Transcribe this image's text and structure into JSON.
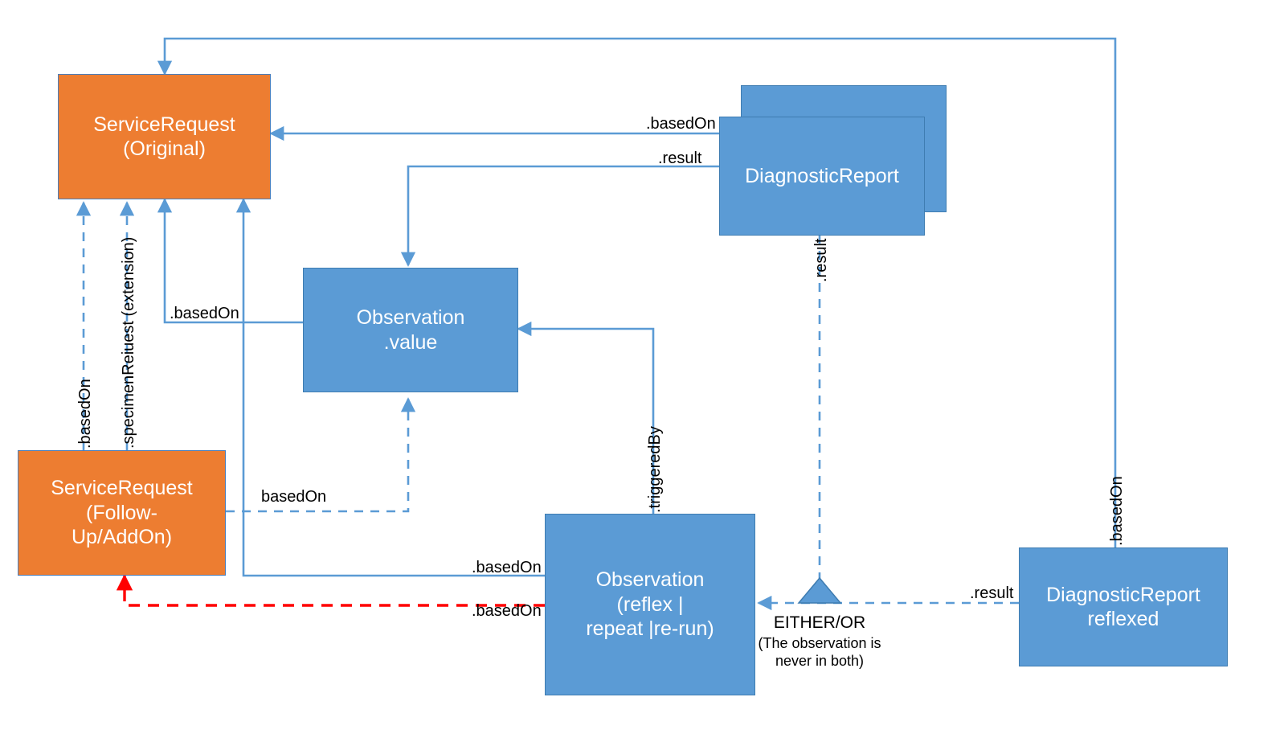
{
  "diagram": {
    "title": "FHIR ServiceRequest / Observation / DiagnosticReport relationships",
    "colors": {
      "orange_fill": "#ED7D31",
      "blue_fill": "#5B9BD5",
      "blue_stroke": "#5B9BD5",
      "red_stroke": "#FF0000",
      "box_border": "#4A7EBB",
      "text_on_box": "#FFFFFF",
      "label_text": "#000000",
      "background": "#FFFFFF"
    },
    "nodes": [
      {
        "id": "service-request-original",
        "label": "ServiceRequest\n(Original)",
        "kind": "orange"
      },
      {
        "id": "service-request-followup",
        "label": "ServiceRequest\n(Follow-\nUp/AddOn)",
        "kind": "orange"
      },
      {
        "id": "diagnostic-report-back",
        "label": "",
        "kind": "blue"
      },
      {
        "id": "diagnostic-report",
        "label": "DiagnosticReport",
        "kind": "blue"
      },
      {
        "id": "observation-value",
        "label": "Observation\n.value",
        "kind": "blue"
      },
      {
        "id": "observation-reflex",
        "label": "Observation\n(reflex |\nrepeat |re-run)",
        "kind": "blue"
      },
      {
        "id": "diagnostic-report-reflexed",
        "label": "DiagnosticReport\nreflexed",
        "kind": "blue"
      }
    ],
    "edge_labels": [
      {
        "id": "label-dr-basedon-top",
        "text": ".basedOn",
        "orientation": "horizontal"
      },
      {
        "id": "label-dr-result-top",
        "text": ".result",
        "orientation": "horizontal"
      },
      {
        "id": "label-observation-basedon",
        "text": ".basedOn",
        "orientation": "horizontal"
      },
      {
        "id": "label-followup-basedon",
        "text": "basedOn",
        "orientation": "horizontal"
      },
      {
        "id": "label-reflex-basedon-solid",
        "text": ".basedOn",
        "orientation": "horizontal"
      },
      {
        "id": "label-reflex-basedon-red",
        "text": ".basedOn",
        "orientation": "horizontal"
      },
      {
        "id": "label-reflexed-result",
        "text": ".result",
        "orientation": "horizontal"
      },
      {
        "id": "label-vertical-basedon-left",
        "text": ".basedOn",
        "orientation": "vertical"
      },
      {
        "id": "label-vertical-specimenrequest",
        "text": ".specimenReiuest (extension)",
        "orientation": "vertical"
      },
      {
        "id": "label-vertical-result-dr",
        "text": ".result",
        "orientation": "vertical"
      },
      {
        "id": "label-vertical-triggeredby",
        "text": ".triggeredBy",
        "orientation": "vertical"
      },
      {
        "id": "label-vertical-basedon-right",
        "text": ".basedOn",
        "orientation": "vertical"
      }
    ],
    "annotations": [
      {
        "id": "either-or-note",
        "heading": "EITHER/OR",
        "body": "(The observation is\nnever in both)"
      }
    ]
  }
}
